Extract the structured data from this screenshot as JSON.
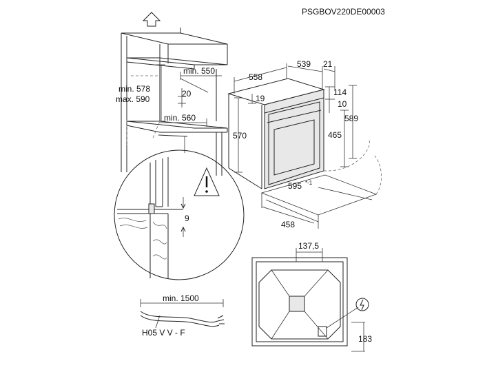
{
  "code": "PSGBOV220DE00003",
  "niche": {
    "min_height_label": "min. 578",
    "max_height_label": "max. 590",
    "min_depth_label": "min. 550",
    "vent_label": "20",
    "min_width_label": "min. 560"
  },
  "oven": {
    "depth_558": "558",
    "depth_539": "539",
    "dim_21": "21",
    "dim_114": "114",
    "dim_19": "19",
    "dim_10": "10",
    "height_570": "570",
    "height_465": "465",
    "height_589": "589",
    "width_595": "595",
    "width_595_sup": "*-1",
    "depth_458": "458"
  },
  "detail": {
    "gap_9": "9"
  },
  "cable": {
    "length_label": "min. 1500",
    "type_label": "H05 V V - F"
  },
  "rear": {
    "offset_137": "137,5",
    "height_183": "183"
  }
}
